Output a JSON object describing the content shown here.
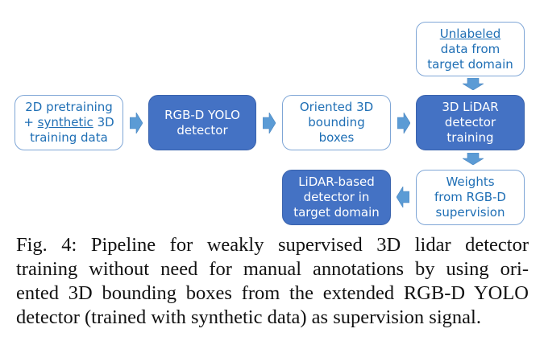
{
  "diagram": {
    "boxes": [
      {
        "id": "pretraining",
        "style": "outline",
        "lines": [
          "2D pretraining",
          "+ ",
          "synthetic",
          " 3D",
          "training data"
        ]
      },
      {
        "id": "rgbd-yolo",
        "style": "filled",
        "lines": [
          "RGB-D YOLO",
          "detector"
        ]
      },
      {
        "id": "oriented-boxes",
        "style": "outline",
        "lines": [
          "Oriented 3D",
          "bounding",
          "boxes"
        ]
      },
      {
        "id": "unlabeled-data",
        "style": "outline",
        "lines": [
          "Unlabeled",
          "data from",
          "target domain"
        ]
      },
      {
        "id": "lidar-training",
        "style": "filled",
        "lines": [
          "3D LiDAR",
          "detector",
          "training"
        ]
      },
      {
        "id": "weights",
        "style": "outline",
        "lines": [
          "Weights",
          "from RGB-D",
          "supervision"
        ]
      },
      {
        "id": "lidar-detector",
        "style": "filled",
        "lines": [
          "LiDAR-based",
          "detector in",
          "target domain"
        ]
      }
    ],
    "arrows": [
      {
        "from": "pretraining",
        "to": "rgbd-yolo",
        "direction": "right"
      },
      {
        "from": "rgbd-yolo",
        "to": "oriented-boxes",
        "direction": "right"
      },
      {
        "from": "oriented-boxes",
        "to": "lidar-training",
        "direction": "right"
      },
      {
        "from": "unlabeled-data",
        "to": "lidar-training",
        "direction": "down"
      },
      {
        "from": "lidar-training",
        "to": "weights",
        "direction": "down"
      },
      {
        "from": "weights",
        "to": "lidar-detector",
        "direction": "left"
      }
    ],
    "colors": {
      "filled_box": "#4472c4",
      "outline_border": "#7fa6d6",
      "outline_text": "#1f6fb5",
      "arrow": "#5b9bd5"
    }
  },
  "caption": {
    "lines": [
      "Fig. 4: Pipeline for weakly supervised 3D lidar detector",
      "training without need for manual annotations by using ori-",
      "ented 3D bounding boxes from the extended RGB-D YOLO",
      "detector (trained with synthetic data) as supervision signal."
    ]
  }
}
